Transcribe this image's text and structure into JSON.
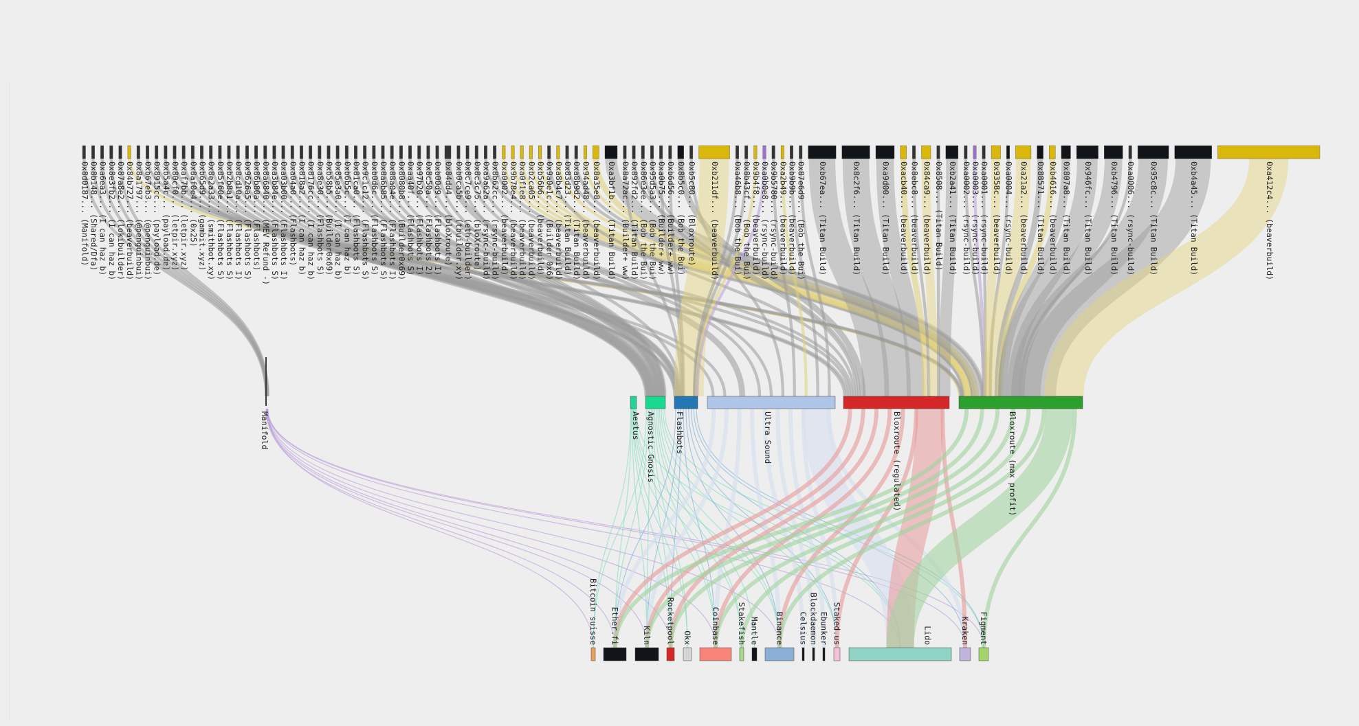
{
  "colors": {
    "background": "#eeeeee",
    "builder_default": "#111418",
    "builder_beaverbuild": "#d9b80b",
    "builder_purple": "#9a72c8",
    "flow_grey": "#9a9a9a",
    "flow_yellow": "#e2d27a"
  },
  "builders": [
    {
      "label": "0x8d0187... (Manifold)",
      "relay": 0,
      "w": 1,
      "color": "#333333"
    },
    {
      "label": "0x8b148... (Shared/Dfa)",
      "relay": 0,
      "w": 1,
      "color": "#333333"
    },
    {
      "label": "0xa6ea3... (I can haz b)",
      "relay": 0,
      "w": 1,
      "color": "#333333"
    },
    {
      "label": "0x8e3fb2... (I can haz b)",
      "relay": 0,
      "w": 1,
      "color": "#333333"
    },
    {
      "label": "0x87a8e2... (lokibuilder)",
      "relay": 0,
      "w": 1,
      "color": "#333333"
    },
    {
      "label": "0x84b727... (beaverbuild)",
      "relay": 6,
      "w": 1,
      "color": "#d9b80b"
    },
    {
      "label": "0x8a1797... (@penguinbui)",
      "relay": 6,
      "w": 1,
      "color": "#333333"
    },
    {
      "label": "0xb67eb3... (@penguinbui)",
      "relay": 6,
      "w": 1,
      "color": "#333333"
    },
    {
      "label": "0x8915cc... (payload.de)",
      "relay": 5,
      "w": 1,
      "color": "#333333"
    },
    {
      "label": "0xb5a4c... (payload.de)",
      "relay": 5,
      "w": 1,
      "color": "#333333"
    },
    {
      "label": "0x80cf0... (letpir.xyz)",
      "relay": 4,
      "w": 1,
      "color": "#333333"
    },
    {
      "label": "0xaf7bb... (letpir.xyz)",
      "relay": 4,
      "w": 1,
      "color": "#333333"
    },
    {
      "label": "0x8af0e4... (0x25)",
      "relay": 3,
      "w": 1,
      "color": "#333333"
    },
    {
      "label": "0xb65d9... (gambit.xyz)",
      "relay": 3,
      "w": 1,
      "color": "#333333"
    },
    {
      "label": "0x8e2a33... (smithbot.xy)",
      "relay": 2,
      "w": 1,
      "color": "#333333"
    },
    {
      "label": "0x85f60e... (Flashbots S)",
      "relay": 2,
      "w": 1,
      "color": "#333333"
    },
    {
      "label": "0xb2b8a1... (Flashbots S)",
      "relay": 2,
      "w": 1,
      "color": "#333333"
    },
    {
      "label": "0x8cd10a... (Flashbots I)",
      "relay": 2,
      "w": 1,
      "color": "#333333"
    },
    {
      "label": "0x9626a5... (Flashbots S)",
      "relay": 2,
      "w": 1,
      "color": "#333333"
    },
    {
      "label": "0x86b80a... (Flashbots)",
      "relay": 2,
      "w": 1,
      "color": "#333333"
    },
    {
      "label": "0x8a6840... (MEV Refund -)",
      "relay": 2,
      "w": 1,
      "color": "#333333"
    },
    {
      "label": "0xa3b84e... (Flashbots S)",
      "relay": 2,
      "w": 1,
      "color": "#333333"
    },
    {
      "label": "0xa03b00... (Flashbots I)",
      "relay": 2,
      "w": 1,
      "color": "#333333"
    },
    {
      "label": "0xa04a0... (Flashbots)",
      "relay": 2,
      "w": 1,
      "color": "#333333"
    },
    {
      "label": "0x818a2... (I can haz b)",
      "relay": 3,
      "w": 1,
      "color": "#333333"
    },
    {
      "label": "0x8176cc... (I can haz b)",
      "relay": 3,
      "w": 1,
      "color": "#333333"
    },
    {
      "label": "0xa8e30... (Flashbots S)",
      "relay": 2,
      "w": 1,
      "color": "#333333"
    },
    {
      "label": "0xb58b5... (Builder0x69)",
      "relay": 5,
      "w": 1,
      "color": "#333333"
    },
    {
      "label": "0x85e3a0... (I can haz b)",
      "relay": 3,
      "w": 1,
      "color": "#333333"
    },
    {
      "label": "0xb6b5c... (I can haz b)",
      "relay": 3,
      "w": 1,
      "color": "#333333"
    },
    {
      "label": "0x81ca0... (Flashbots S)",
      "relay": 2,
      "w": 1,
      "color": "#333333"
    },
    {
      "label": "0x9c1c12... (Flashbots S)",
      "relay": 2,
      "w": 1,
      "color": "#333333"
    },
    {
      "label": "0xb0d6c... (Flashbots S)",
      "relay": 2,
      "w": 1,
      "color": "#333333"
    },
    {
      "label": "0x8a6b85... (Flashbots S)",
      "relay": 2,
      "w": 1,
      "color": "#333333"
    },
    {
      "label": "0x88a04e... (Flashbots I)",
      "relay": 2,
      "w": 1,
      "color": "#333333"
    },
    {
      "label": "0x8080b8... (Builder0x69)",
      "relay": 5,
      "w": 1,
      "color": "#333333"
    },
    {
      "label": "0xaa40f... (Flashbots S)",
      "relay": 2,
      "w": 1,
      "color": "#333333"
    },
    {
      "label": "0x97b20... (Flashbots I)",
      "relay": 2,
      "w": 1,
      "color": "#333333"
    },
    {
      "label": "0x8c50a... (Flashbots 2)",
      "relay": 2,
      "w": 1,
      "color": "#333333"
    },
    {
      "label": "0xb00d9... (Flashbots I)",
      "relay": 2,
      "w": 1,
      "color": "#333333"
    },
    {
      "label": "0x84dd4... (bloXroute)",
      "relay": 4,
      "w": 2,
      "color": "#333333"
    },
    {
      "label": "0xb0ca5b... (tbuilder.xy)",
      "relay": 3,
      "w": 1,
      "color": "#333333"
    },
    {
      "label": "0x8c7ce9... (eth-builder)",
      "relay": 4,
      "w": 1,
      "color": "#333333"
    },
    {
      "label": "0x8c3c75... (bloXroute)",
      "relay": 4,
      "w": 1,
      "color": "#333333"
    },
    {
      "label": "0xa9a62a... (rsync-build)",
      "relay": 6,
      "w": 1,
      "color": "#333333"
    },
    {
      "label": "0x8b62cc... (rsync-build)",
      "relay": 6,
      "w": 1,
      "color": "#333333"
    },
    {
      "label": "0xa0002... (beaverbuild)",
      "relay": 6,
      "w": 1,
      "color": "#d9b80b"
    },
    {
      "label": "0x9b78e4... (beaverbuild)",
      "relay": 6,
      "w": 1,
      "color": "#d9b80b"
    },
    {
      "label": "0xa0f1e8... (beaverbuild)",
      "relay": 6,
      "w": 1,
      "color": "#d9b80b"
    },
    {
      "label": "0xb2ca05... (beaverbuild)",
      "relay": 6,
      "w": 1,
      "color": "#d9b80b"
    },
    {
      "label": "0xb56b6... (beaverbuild)",
      "relay": 6,
      "w": 1,
      "color": "#d9b80b"
    },
    {
      "label": "0x9a0e1c... (Builder 0x6)",
      "relay": 5,
      "w": 1,
      "color": "#333333"
    },
    {
      "label": "0xa8b4c7... (beaverbuild)",
      "relay": 6,
      "w": 1,
      "color": "#d9b80b"
    },
    {
      "label": "0x83d23... (Titan Build)",
      "relay": 6,
      "w": 1,
      "color": "#333333"
    },
    {
      "label": "0xa8b9d2... (Titan Build)",
      "relay": 6,
      "w": 1,
      "color": "#333333"
    },
    {
      "label": "0x94ad48... (beaverbuild)",
      "relay": 6,
      "w": 1,
      "color": "#d9b80b"
    },
    {
      "label": "0x8a35e8... (beaverbuild)",
      "relay": 6,
      "w": 2,
      "color": "#d9b80b"
    },
    {
      "label": "0xa3bf1b... (Titan Build)",
      "relay": 6,
      "w": 4,
      "color": "#111418"
    },
    {
      "label": "0x8a72ac... (Builder+ ww)",
      "relay": 3,
      "w": 1,
      "color": "#333333"
    },
    {
      "label": "0x892fd2... (Titan Build)",
      "relay": 6,
      "w": 1,
      "color": "#333333"
    },
    {
      "label": "0x86e3ee... (Bob the Bui)",
      "relay": 5,
      "w": 1,
      "color": "#333333"
    },
    {
      "label": "0x95d5a3... (Bob the Bui)",
      "relay": 5,
      "w": 1,
      "color": "#333333"
    },
    {
      "label": "0xa0b75... (Builder+ ww)",
      "relay": 3,
      "w": 1,
      "color": "#333333"
    },
    {
      "label": "0xb6d56... (Builder+ ww)",
      "relay": 3,
      "w": 1,
      "color": "#333333"
    },
    {
      "label": "0x8b5c0... (Bob the Bui)",
      "relay": 5,
      "w": 2,
      "color": "#111418"
    },
    {
      "label": "0xb5c80... (Bloxroute)",
      "relay": 4,
      "w": 1,
      "color": "#333333"
    },
    {
      "label": "0xb211df... (beaverbuild)",
      "relay": 3,
      "w": 10,
      "color": "#d9b80b"
    },
    {
      "label": "0xa46b8... (Bob the Bui)",
      "relay": 3,
      "w": 1,
      "color": "#333333"
    },
    {
      "label": "0x8b43cf... (Bob the Bui)",
      "relay": 3,
      "w": 1,
      "color": "#333333"
    },
    {
      "label": "0x9b4f8... (beaverbuild)",
      "relay": 3,
      "w": 1,
      "color": "#d9b80b"
    },
    {
      "label": "0xa0b0e8... (rsync-build)",
      "relay": 3,
      "w": 1,
      "color": "#9a72c8"
    },
    {
      "label": "0x9b5780... (rsync-build)",
      "relay": 4,
      "w": 1,
      "color": "#333333"
    },
    {
      "label": "0xa2b49... (beaverbuild)",
      "relay": 4,
      "w": 1,
      "color": "#d9b80b"
    },
    {
      "label": "0xb9b9b... (beaverbuild)",
      "relay": 4,
      "w": 1,
      "color": "#333333"
    },
    {
      "label": "0x87e6d9... (Bob the Bui)",
      "relay": 4,
      "w": 1,
      "color": "#333333"
    },
    {
      "label": "0xb67ea... (Titan Build)",
      "relay": 5,
      "w": 9,
      "color": "#111418"
    },
    {
      "label": "0x8c2f6... (Titan Build)",
      "relay": 5,
      "w": 9,
      "color": "#111418"
    },
    {
      "label": "0xa9d00... (Titan Build)",
      "relay": 5,
      "w": 6,
      "color": "#111418"
    },
    {
      "label": "0xacb40... (beaverbuild)",
      "relay": 5,
      "w": 2,
      "color": "#d9b80b"
    },
    {
      "label": "0x8ebc8... (beaverbuild)",
      "relay": 5,
      "w": 1,
      "color": "#333333"
    },
    {
      "label": "0x84ca9... (beaverbuild)",
      "relay": 5,
      "w": 3,
      "color": "#d9b80b"
    },
    {
      "label": "0x8508... (Titan Build)",
      "relay": 5,
      "w": 1,
      "color": "#333333"
    },
    {
      "label": "0xb2a41... (Titan Build)",
      "relay": 5,
      "w": 4,
      "color": "#111418"
    },
    {
      "label": "0xa0002... (rsync-build)",
      "relay": 6,
      "w": 1,
      "color": "#333333"
    },
    {
      "label": "0xa0003... (rsync-build)",
      "relay": 6,
      "w": 1,
      "color": "#9a72c8"
    },
    {
      "label": "0xa0001... (rsync-build)",
      "relay": 6,
      "w": 1,
      "color": "#333333"
    },
    {
      "label": "0x9358c... (beaverbuild)",
      "relay": 6,
      "w": 3,
      "color": "#d9b80b"
    },
    {
      "label": "0xa0004... (rsync-build)",
      "relay": 6,
      "w": 1,
      "color": "#111418"
    },
    {
      "label": "0xa21a2... (beaverbuild)",
      "relay": 6,
      "w": 5,
      "color": "#d9b80b"
    },
    {
      "label": "0x88571... (Titan Build)",
      "relay": 6,
      "w": 2,
      "color": "#111418"
    },
    {
      "label": "0xb4616... (beaverbuild)",
      "relay": 6,
      "w": 2,
      "color": "#d9b80b"
    },
    {
      "label": "0x807a8... (Titan Build)",
      "relay": 6,
      "w": 3,
      "color": "#111418"
    },
    {
      "label": "0x946fc... (Titan Build)",
      "relay": 6,
      "w": 7,
      "color": "#111418"
    },
    {
      "label": "0xb4796... (Titan Build)",
      "relay": 6,
      "w": 6,
      "color": "#111418"
    },
    {
      "label": "0xa0006... (rsync-build)",
      "relay": 6,
      "w": 1,
      "color": "#333333"
    },
    {
      "label": "0x95c8c... (Titan Build)",
      "relay": 6,
      "w": 10,
      "color": "#111418"
    },
    {
      "label": "0xb4a45... (Titan Build)",
      "relay": 6,
      "w": 12,
      "color": "#111418"
    },
    {
      "label": "0xa412c4... (beaverbuild)",
      "relay": 6,
      "w": 33,
      "color": "#d9b80b"
    }
  ],
  "relays": [
    {
      "label": "Manifold",
      "color": "#3a3a3a"
    },
    {
      "label": "Aestus",
      "color": "#23d39a"
    },
    {
      "label": "Agnostic Gnosis",
      "color": "#19d98e"
    },
    {
      "label": "Flashbots",
      "color": "#2377b4"
    },
    {
      "label": "Ultra Sound",
      "color": "#adc6e7"
    },
    {
      "label": "Bloxroute (regulated)",
      "color": "#d62728"
    },
    {
      "label": "Bloxroute (max profit)",
      "color": "#2ca02c"
    }
  ],
  "validators": [
    {
      "label": "Bitcoin suisse",
      "color": "#e8a05c"
    },
    {
      "label": "Ether.fi",
      "color": "#111418"
    },
    {
      "label": "Kiln",
      "color": "#111418"
    },
    {
      "label": "Rocketpool",
      "color": "#d62728"
    },
    {
      "label": "Okx",
      "color": "#d5d5d5"
    },
    {
      "label": "Coinbase",
      "color": "#f88478"
    },
    {
      "label": "Stakefish",
      "color": "#a8d98a"
    },
    {
      "label": "Mantle",
      "color": "#111418"
    },
    {
      "label": "Binance",
      "color": "#8aaed4"
    },
    {
      "label": "Celsius",
      "color": "#111418"
    },
    {
      "label": "Blockdaemon",
      "color": "#111418"
    },
    {
      "label": "Ebunker",
      "color": "#111418"
    },
    {
      "label": "Staked.us",
      "color": "#f5c0d6"
    },
    {
      "label": "Lido",
      "color": "#8fd3c4"
    },
    {
      "label": "Kraken",
      "color": "#c0b4dc"
    },
    {
      "label": "Figment",
      "color": "#a2d46a"
    }
  ]
}
